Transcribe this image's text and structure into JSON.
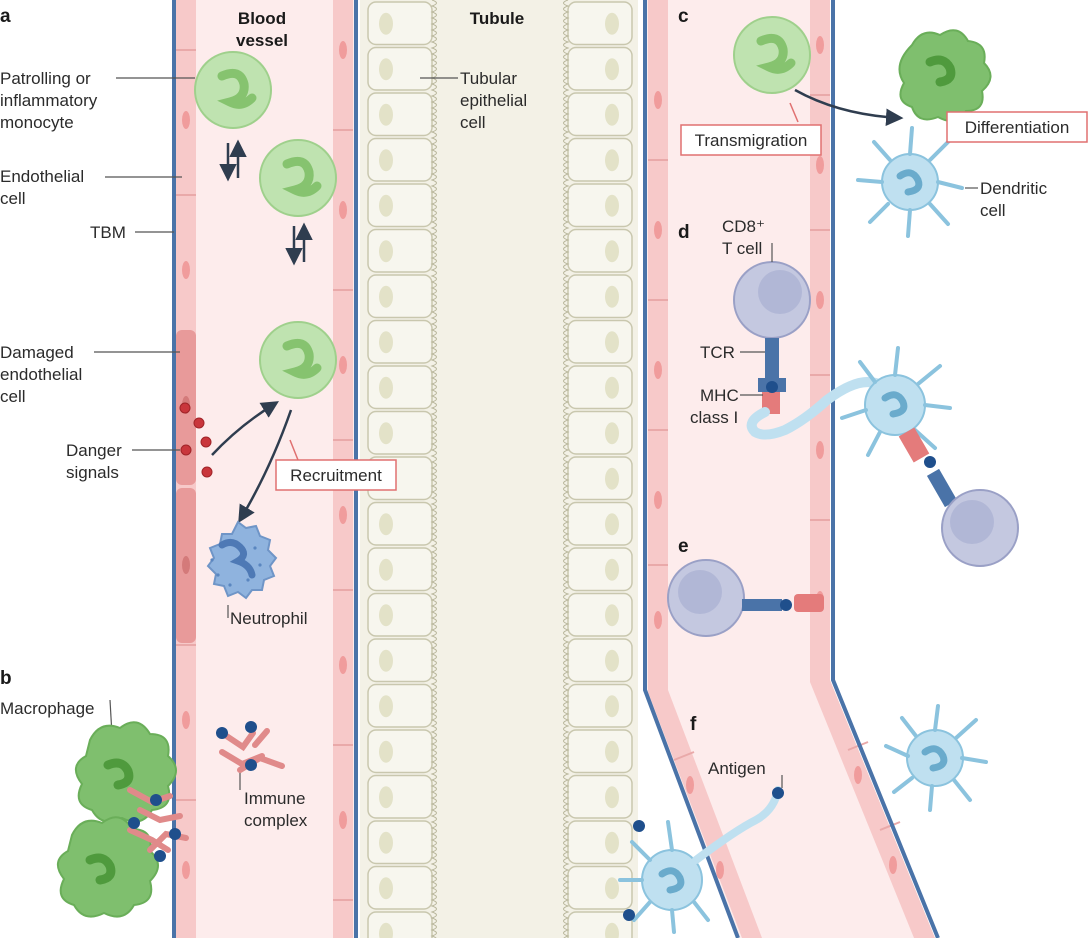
{
  "panels": {
    "a": "a",
    "b": "b",
    "c": "c",
    "d": "d",
    "e": "e",
    "f": "f"
  },
  "headings": {
    "blood_vessel": [
      "Blood",
      "vessel"
    ],
    "tubule": "Tubule"
  },
  "labels": {
    "monocyte": [
      "Patrolling or",
      "inflammatory",
      "monocyte"
    ],
    "endothelial": [
      "Endothelial",
      "cell"
    ],
    "tbm": "TBM",
    "damaged": [
      "Damaged",
      "endothelial",
      "cell"
    ],
    "danger": [
      "Danger",
      "signals"
    ],
    "neutrophil": "Neutrophil",
    "macrophage": "Macrophage",
    "immune_complex": [
      "Immune",
      "complex"
    ],
    "tubular": [
      "Tubular",
      "epithelial",
      "cell"
    ],
    "dendritic": [
      "Dendritic",
      "cell"
    ],
    "cd8": [
      "CD8⁺",
      "T cell"
    ],
    "tcr": "TCR",
    "mhc": [
      "MHC",
      "class I"
    ],
    "antigen": "Antigen"
  },
  "boxed": {
    "recruitment": "Recruitment",
    "transmigration": "Transmigration",
    "differentiation": "Differentiation"
  },
  "colors": {
    "vessel_fill": "#fdecec",
    "endothelium": "#f7c9c9",
    "tbm_line": "#4a73a8",
    "monocyte": "#bfe3b0",
    "dendritic": "#bfe0f0",
    "tcell": "#c4c8e0",
    "macrophage": "#7fbf6e",
    "neutrophil": "#8fb3de",
    "danger": "#c9363c",
    "label_box": "#e07070",
    "tubule_fill": "#f3f1e6"
  }
}
